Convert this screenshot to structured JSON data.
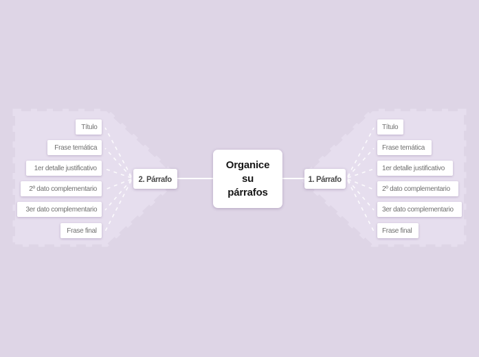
{
  "colors": {
    "background": "#ded5e6",
    "branch_patch": "#e6deee",
    "connector": "#ffffff",
    "node_background": "#ffffff",
    "root_text": "#161616",
    "branch_text": "#4a4a4a",
    "child_text": "#6e6e6e"
  },
  "map": {
    "root": {
      "label": "Organice su párrafos"
    },
    "branches": [
      {
        "label": "2. Párrafo",
        "side": "left",
        "children": [
          "Título",
          "Frase temática",
          "1er detalle justificativo",
          "2º dato complementario",
          "3er dato complementario",
          "Frase final"
        ]
      },
      {
        "label": "1. Párrafo",
        "side": "right",
        "children": [
          "Título",
          "Frase temática",
          "1er detalle justificativo",
          "2º dato complementario",
          "3er dato complementario",
          "Frase final"
        ]
      }
    ]
  }
}
